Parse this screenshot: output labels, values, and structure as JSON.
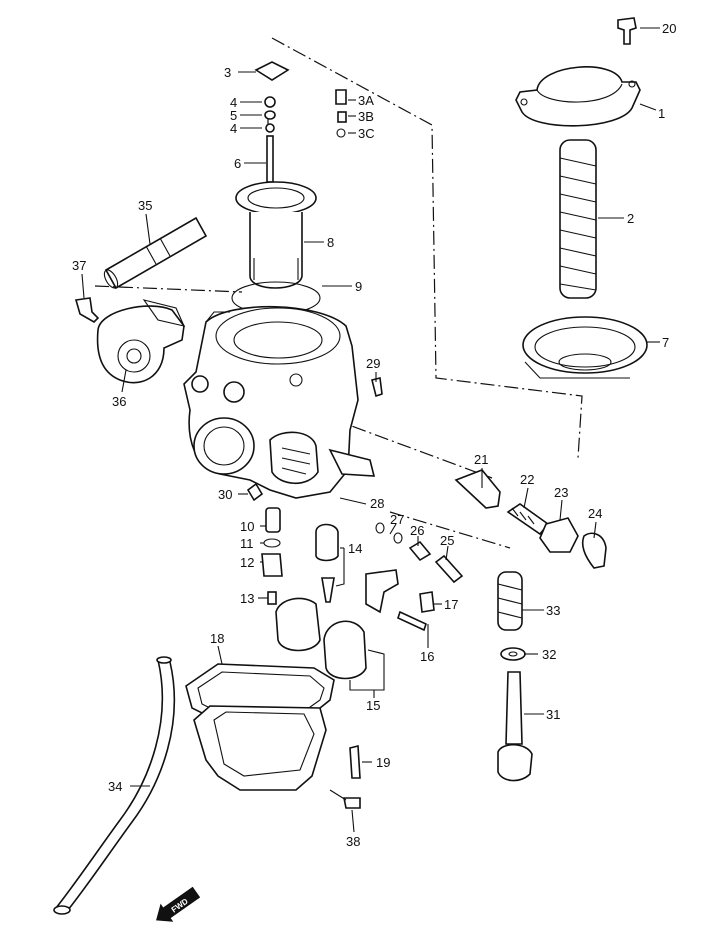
{
  "callouts": [
    "20",
    "1",
    "2",
    "7",
    "3",
    "3A",
    "4",
    "3B",
    "5",
    "4",
    "3C",
    "6",
    "35",
    "8",
    "37",
    "9",
    "29",
    "36",
    "21",
    "22",
    "23",
    "24",
    "30",
    "28",
    "27",
    "26",
    "25",
    "10",
    "11",
    "14",
    "12",
    "13",
    "17",
    "33",
    "18",
    "32",
    "16",
    "15",
    "31",
    "19",
    "34",
    "38"
  ],
  "fwd_label": "FWD",
  "colors": {
    "ink": "#111111",
    "paper": "#ffffff"
  }
}
